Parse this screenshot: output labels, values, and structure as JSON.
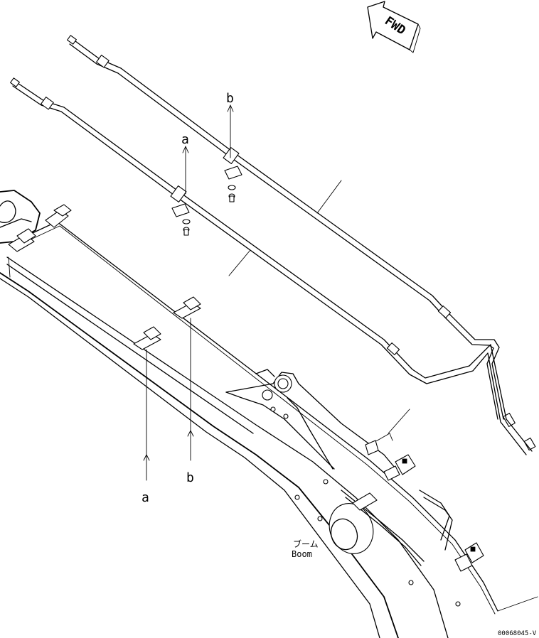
{
  "labels": {
    "fwd": "FWD",
    "a": "a",
    "b": "b",
    "boom_jp": "ブーム",
    "boom_en": "Boom",
    "drawing_id": "00068045-V"
  }
}
